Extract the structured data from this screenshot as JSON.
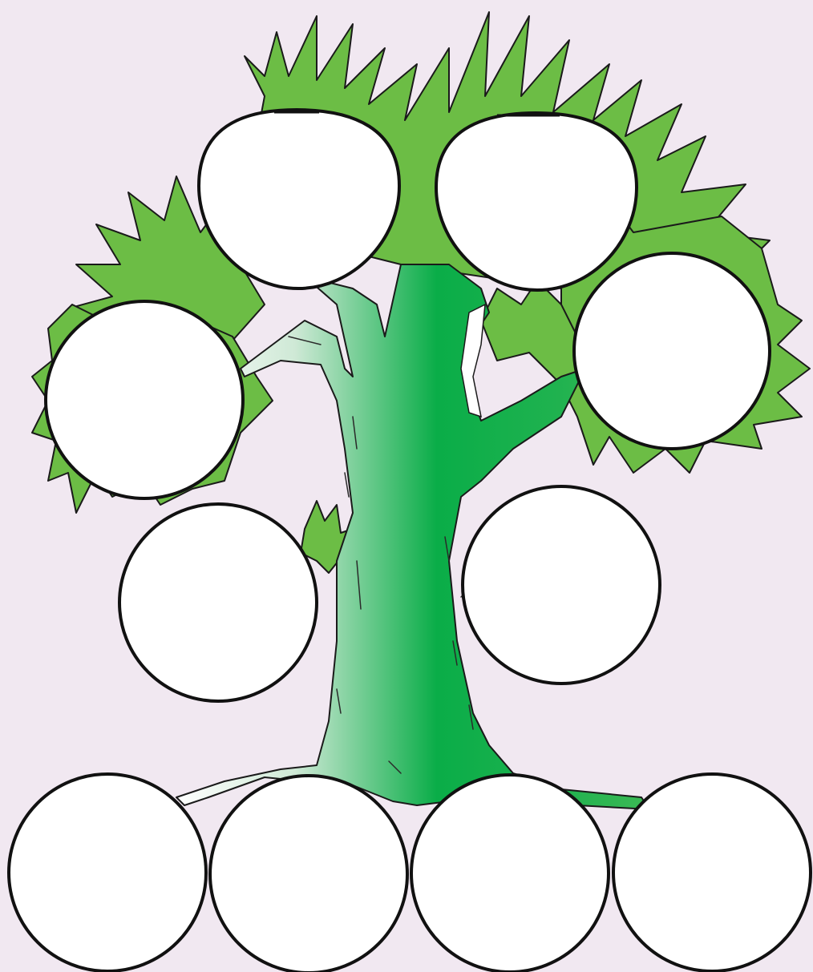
{
  "diagram": {
    "kind": "family-tree-template",
    "colors": {
      "background": "#f1e8f1",
      "foliage": "#6cbd45",
      "trunk": "#0aad48",
      "trunk_light": "#ffffff",
      "outline": "#111111",
      "frame_fill": "#ffffff"
    },
    "frames": [
      {
        "id": "grandparent-1",
        "shape": "rounded",
        "text": ""
      },
      {
        "id": "grandparent-2",
        "shape": "rounded",
        "text": ""
      },
      {
        "id": "parent-1",
        "shape": "circle",
        "text": ""
      },
      {
        "id": "parent-2",
        "shape": "circle",
        "text": ""
      },
      {
        "id": "aunt-uncle-1",
        "shape": "circle",
        "text": ""
      },
      {
        "id": "aunt-uncle-2",
        "shape": "circle",
        "text": ""
      },
      {
        "id": "child-1",
        "shape": "circle",
        "text": ""
      },
      {
        "id": "child-2",
        "shape": "circle",
        "text": ""
      },
      {
        "id": "child-3",
        "shape": "circle",
        "text": ""
      },
      {
        "id": "child-4",
        "shape": "circle",
        "text": ""
      }
    ]
  }
}
